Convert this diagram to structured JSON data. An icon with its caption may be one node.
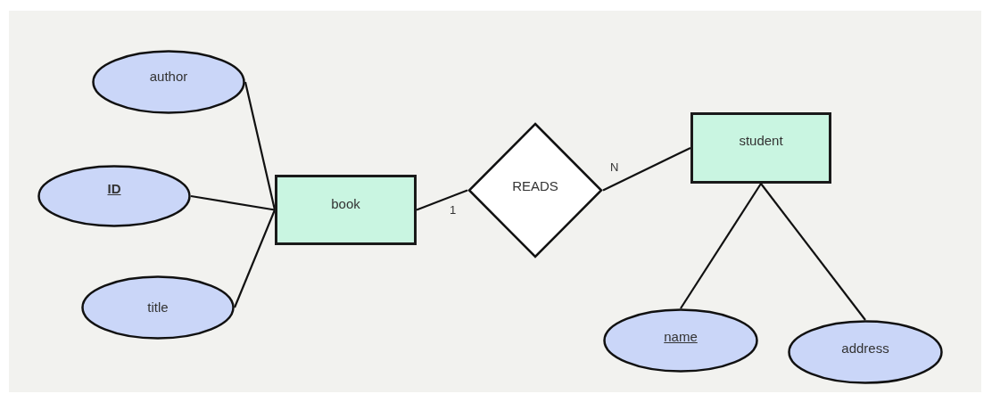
{
  "diagram": {
    "nodes": [
      {
        "text": [
          "author"
        ]
      },
      {
        "text": [
          "ID"
        ]
      },
      {
        "text": [
          "title"
        ]
      },
      {
        "text": [
          "book"
        ]
      },
      {
        "text": [
          "READS"
        ]
      },
      {
        "text": [
          "student"
        ]
      },
      {
        "text": [
          "name"
        ]
      },
      {
        "text": [
          "address"
        ]
      }
    ],
    "edges": [
      {
        "from": 0,
        "to": 3,
        "arrow": "none"
      },
      {
        "from": 1,
        "to": 3,
        "arrow": "none"
      },
      {
        "from": 2,
        "to": 3,
        "arrow": "none"
      },
      {
        "from": 3,
        "to": 4,
        "arrow": "none",
        "label": "1"
      },
      {
        "from": 4,
        "to": 5,
        "arrow": "none",
        "label": "N"
      },
      {
        "from": 5,
        "to": 6,
        "arrow": "none"
      },
      {
        "from": 5,
        "to": 7,
        "arrow": "none"
      }
    ]
  }
}
